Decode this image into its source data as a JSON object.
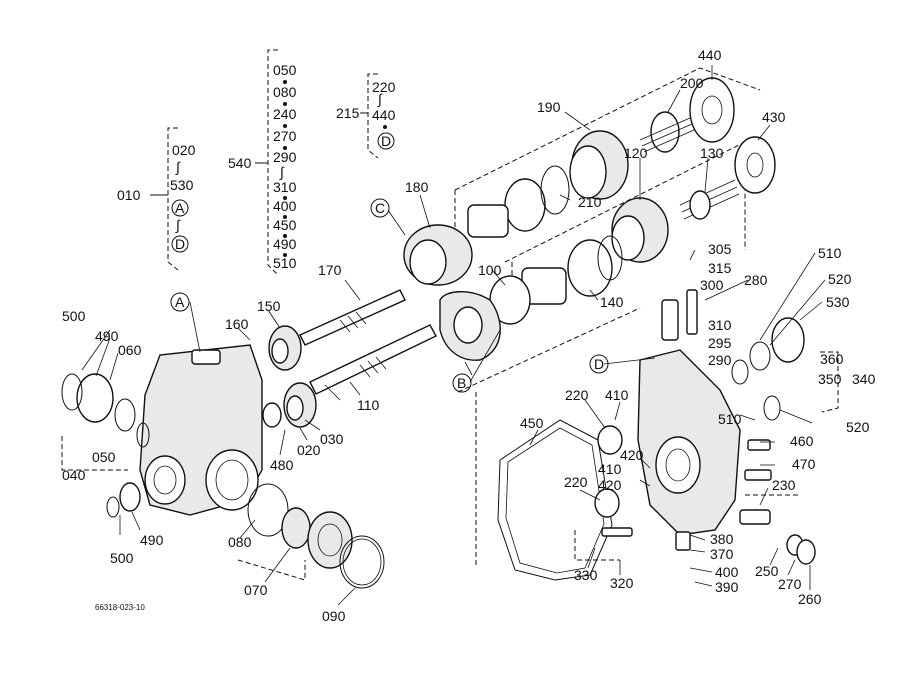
{
  "drawing_code": "66318-023-10",
  "colors": {
    "ink": "#111111",
    "paper": "#ffffff"
  },
  "groups": {
    "g010": {
      "ref": "010",
      "items": [
        "020",
        "530",
        "A",
        "D"
      ]
    },
    "g540": {
      "ref": "540",
      "items": [
        "050",
        "080",
        "240",
        "270",
        "290",
        "310",
        "400",
        "450",
        "490",
        "510"
      ]
    },
    "g215": {
      "ref": "215",
      "items": [
        "220",
        "440",
        "D"
      ]
    }
  },
  "callouts": {
    "c440": "440",
    "c200": "200",
    "c190": "190",
    "c430": "430",
    "c120": "120",
    "c130": "130",
    "c210": "210",
    "c180": "180",
    "cC": "C",
    "c170": "170",
    "c100": "100",
    "c140": "140",
    "c305": "305",
    "c315": "315",
    "c300": "300",
    "c280": "280",
    "c510a": "510",
    "c520a": "520",
    "c530": "530",
    "c310": "310",
    "c295": "295",
    "c290": "290",
    "cD": "D",
    "c360": "360",
    "c350": "350",
    "c340": "340",
    "c510b": "510",
    "c520b": "520",
    "c500a": "500",
    "c490a": "490",
    "c060": "060",
    "cA": "A",
    "c160": "160",
    "c150": "150",
    "c110": "110",
    "cB": "B",
    "c220a": "220",
    "c410a": "410",
    "c450": "450",
    "c040": "040",
    "c050": "050",
    "c480": "480",
    "c020": "020",
    "c030": "030",
    "c460": "460",
    "c470": "470",
    "c420a": "420",
    "c410b": "410",
    "c420b": "420",
    "c220b": "220",
    "c230": "230",
    "c500b": "500",
    "c490b": "490",
    "c080": "080",
    "c070": "070",
    "c090": "090",
    "c380": "380",
    "c370": "370",
    "c400": "400",
    "c390": "390",
    "c330": "330",
    "c320": "320",
    "c250": "250",
    "c270": "270",
    "c260": "260"
  }
}
